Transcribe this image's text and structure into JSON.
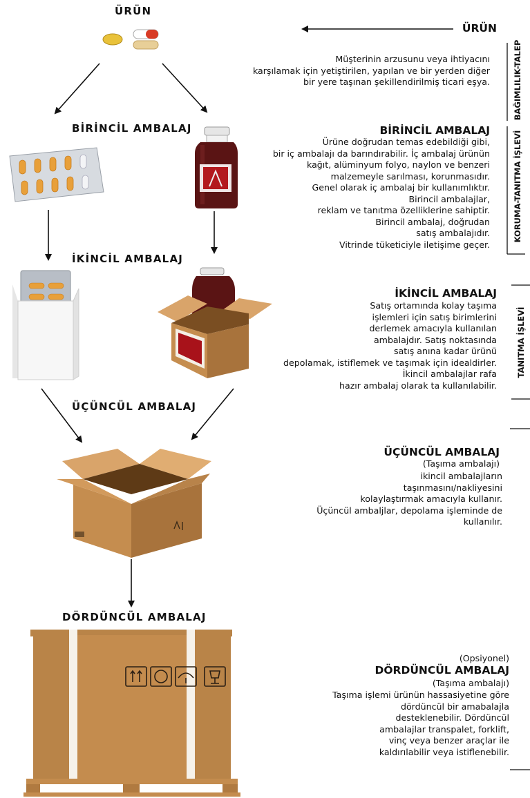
{
  "left": {
    "urun": "ÜRÜN",
    "birincil": "BİRİNCİL AMBALAJ",
    "ikincil": "İKİNCİL AMBALAJ",
    "ucuncul": "ÜÇÜNCÜL AMBALAJ",
    "dorduncul": "DÖRDÜNCÜL AMBALAJ"
  },
  "right": {
    "urun": {
      "title": "ÜRÜN",
      "text": "Müşterinin arzusunu veya ihtiyacını\nkarşılamak için yetiştirilen, yapılan ve bir yerden diğer\nbir yere taşınan şekillendirilmiş ticari eşya."
    },
    "birincil": {
      "title": "BİRİNCİL AMBALAJ",
      "text": "Ürüne doğrudan temas edebildiği gibi,\nbir iç ambalajı da barındırabilir. İç ambalaj ürünün\nkağıt, alüminyum folyo, naylon ve benzeri\nmalzemeyle sarılması, korunmasıdır.\nGenel olarak iç ambalaj bir kullanımlıktır.\nBirincil ambalajlar,\nreklam ve tanıtma özelliklerine sahiptir.\nBirincil ambalaj, doğrudan\nsatış ambalajıdır.\nVitrinde tüketiciyle iletişime geçer."
    },
    "ikincil": {
      "title": "İKİNCİL AMBALAJ",
      "text": "Satış ortamında kolay taşıma\nişlemleri için satış birimlerini\nderlemek amacıyla kullanılan\nambalajdır. Satış noktasında\nsatış anına kadar ürünü\ndepolamak, istiflemek ve taşımak için idealdirler.\nİkincil ambalajlar rafa\nhazır ambalaj olarak ta kullanılabilir."
    },
    "ucuncul": {
      "title": "ÜÇÜNCÜL AMBALAJ",
      "subtitle": "(Taşıma ambalajı)",
      "text": "ikincil ambalajların\ntaşınmasını/nakliyesini\nkolaylaştırmak amacıyla kullanır.\nÜçüncül ambaljlar, depolama işleminde de\nkullanılır."
    },
    "dorduncul": {
      "pre": "(Opsiyonel)",
      "title": "DÖRDÜNCÜL AMBALAJ",
      "subtitle": "(Taşıma ambalajı)",
      "text": "Taşıma işlemi ürünün hassasiyetine göre\ndördüncül bir amabalajla\ndesteklenebilir. Dördüncül\nambalajlar transpalet, forklift,\nvinç veya benzer araçlar ile\nkaldırılabilir veya istiflenebilir."
    }
  },
  "side_labels": {
    "bagimlilik": "BAĞIMLILIK-TALEP",
    "koruma": "KORUMA-TANITMA İŞLEVİ",
    "tanitma": "TANITMA İŞLEVİ"
  },
  "colors": {
    "cardboard": "#c08a4e",
    "cardboard_dark": "#8e5f2e",
    "bottle": "#5a1414",
    "capsule_orange": "#e8a03a",
    "pill_yellow": "#e9c23a"
  }
}
